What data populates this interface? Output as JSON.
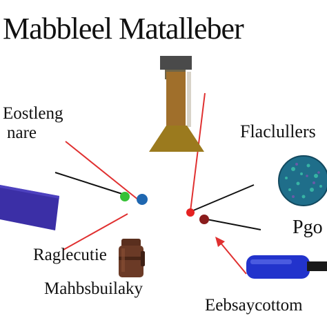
{
  "title": "Mabbleel Matalleber",
  "labels": {
    "top_left_line1": "Eostleng",
    "top_left_line2": "nare",
    "right_upper": "Flaclullers",
    "right_mid": "Pgo",
    "left_mid": "Raglecutie",
    "bottom_left": "Mahbsbuilaky",
    "bottom_right": "Eebsaycottom"
  },
  "colors": {
    "flask_body": "#9b7a1e",
    "flask_neck": "#a06f2b",
    "flask_top": "#4a4a4a",
    "blue_block": "#3b2fa6",
    "sphere_base": "#1f6e8a",
    "sphere_speck": "#37b3a4",
    "green_dot": "#36c136",
    "blue_dot": "#1f67b0",
    "red_dot": "#e52222",
    "dark_red_dot": "#8a1c1c",
    "connector_red": "#e03030",
    "connector_black": "#111111",
    "jar": "#6b3a26",
    "screwdriver": "#2233cc"
  }
}
